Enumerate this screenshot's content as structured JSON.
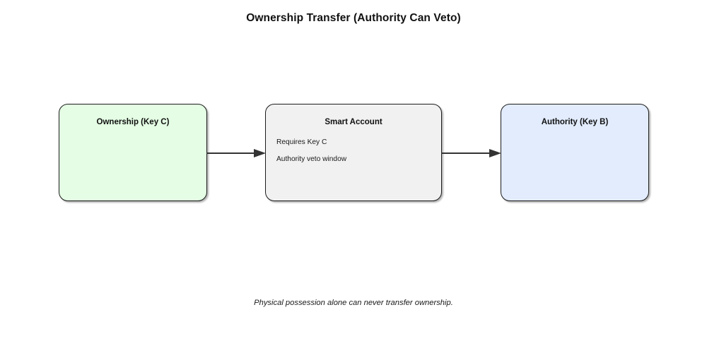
{
  "title": "Ownership Transfer (Authority Can Veto)",
  "caption": "Physical possession alone can never transfer ownership.",
  "nodes": [
    {
      "id": "ownership",
      "title": "Ownership (Key C)",
      "lines": [],
      "fill": "#e4fde4",
      "stroke": "#1c1c1c"
    },
    {
      "id": "smart-account",
      "title": "Smart Account",
      "lines": [
        "Requires Key C",
        "Authority veto window"
      ],
      "fill": "#f1f1f1",
      "stroke": "#1c1c1c"
    },
    {
      "id": "authority",
      "title": "Authority (Key B)",
      "lines": [],
      "fill": "#e2ecfd",
      "stroke": "#1c1c1c"
    }
  ],
  "edges": [
    {
      "id": "edge-ownership-to-smart-account",
      "from": "ownership",
      "to": "smart-account",
      "label": "",
      "color": "#333333"
    },
    {
      "id": "edge-smart-account-to-authority",
      "from": "smart-account",
      "to": "authority",
      "label": "",
      "color": "#333333"
    }
  ],
  "background": "#ffffff"
}
